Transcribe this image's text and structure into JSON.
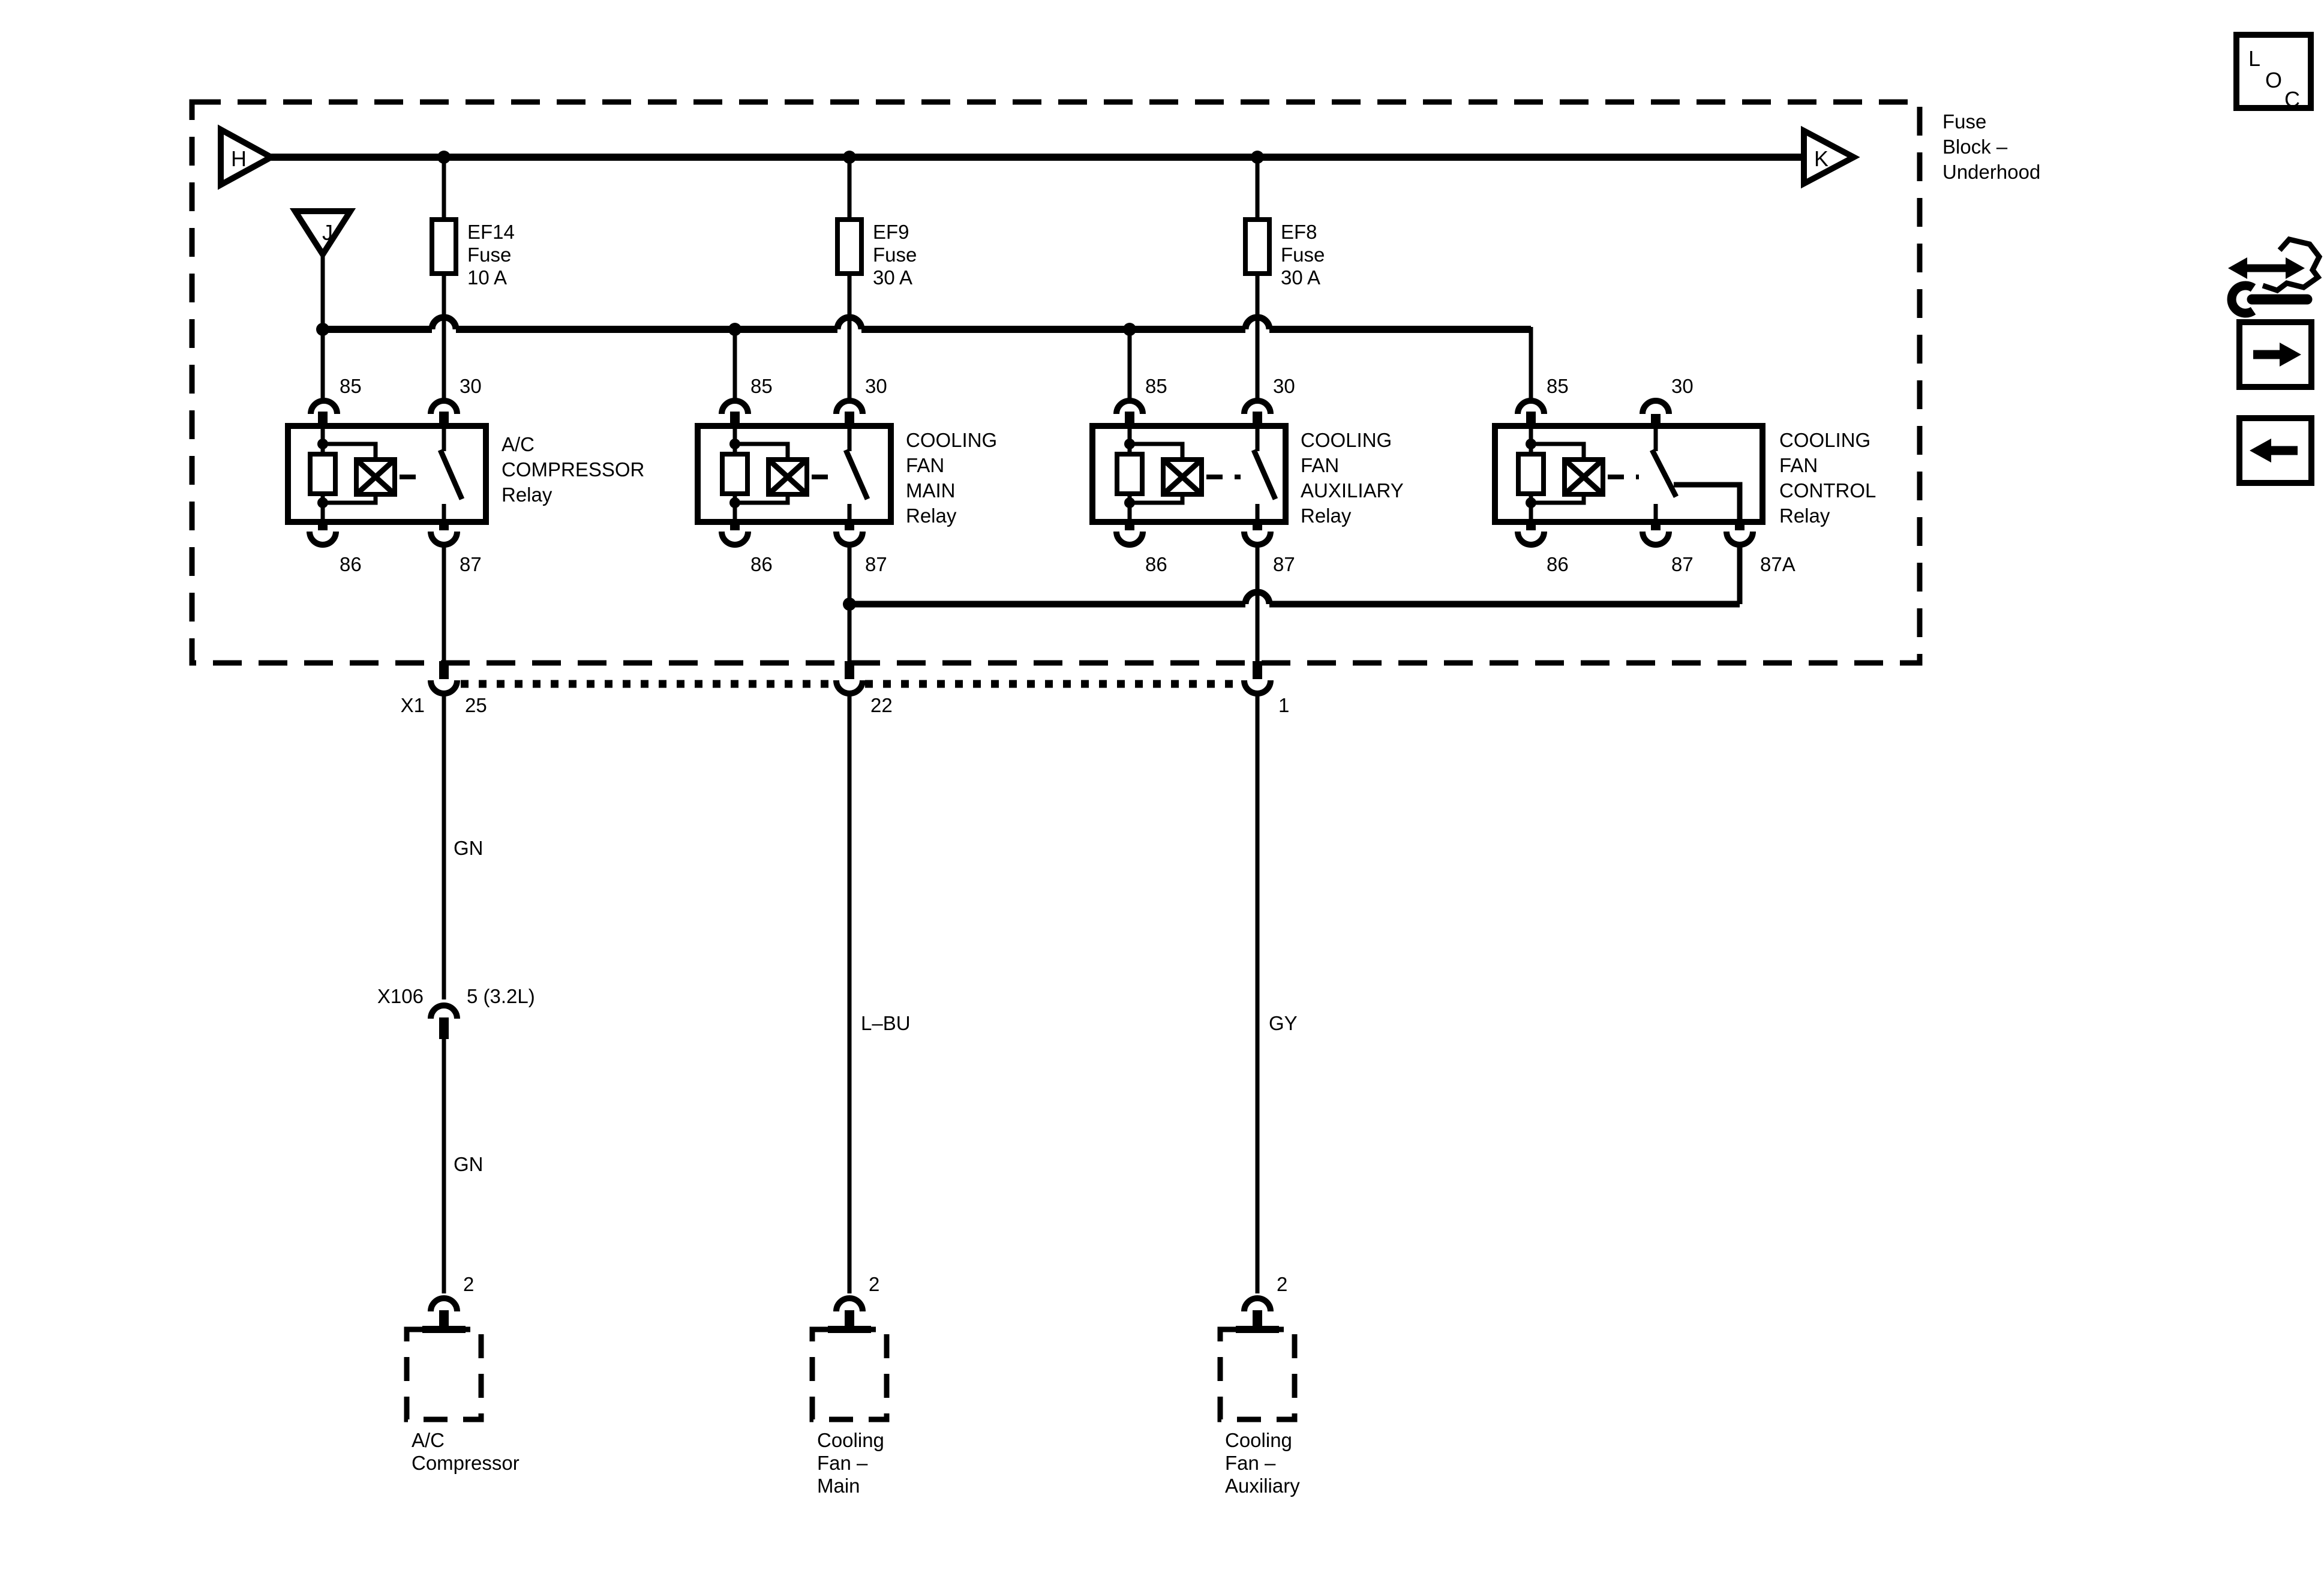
{
  "fuse_block": {
    "label_lines": [
      "Fuse",
      "Block –",
      "Underhood"
    ]
  },
  "arrows": {
    "h": "H",
    "j": "J",
    "k": "K"
  },
  "fuses": [
    {
      "id": "EF14",
      "name": "Fuse",
      "rating": "10 A"
    },
    {
      "id": "EF9",
      "name": "Fuse",
      "rating": "30 A"
    },
    {
      "id": "EF8",
      "name": "Fuse",
      "rating": "30 A"
    }
  ],
  "relays": [
    {
      "name_lines": [
        "A/C",
        "COMPRESSOR",
        "Relay"
      ],
      "pin_85": "85",
      "pin_30": "30",
      "pin_86": "86",
      "pin_87": "87"
    },
    {
      "name_lines": [
        "COOLING",
        "FAN",
        "MAIN",
        "Relay"
      ],
      "pin_85": "85",
      "pin_30": "30",
      "pin_86": "86",
      "pin_87": "87"
    },
    {
      "name_lines": [
        "COOLING",
        "FAN",
        "AUXILIARY",
        "Relay"
      ],
      "pin_85": "85",
      "pin_30": "30",
      "pin_86": "86",
      "pin_87": "87"
    },
    {
      "name_lines": [
        "COOLING",
        "FAN",
        "CONTROL",
        "Relay"
      ],
      "pin_85": "85",
      "pin_30": "30",
      "pin_86": "86",
      "pin_87": "87",
      "pin_87a": "87A"
    }
  ],
  "x1": {
    "label": "X1",
    "pin_25": "25",
    "pin_22": "22",
    "pin_1": "1"
  },
  "x106": {
    "label": "X106",
    "pin": "5 (3.2L)"
  },
  "wire_labels": {
    "gn_upper": "GN",
    "gn_lower": "GN",
    "lbu": "L–BU",
    "gy": "GY"
  },
  "components": [
    {
      "pin": "2",
      "name_lines": [
        "A/C",
        "Compressor"
      ]
    },
    {
      "pin": "2",
      "name_lines": [
        "Cooling",
        "Fan –",
        "Main"
      ]
    },
    {
      "pin": "2",
      "name_lines": [
        "Cooling",
        "Fan –",
        "Auxiliary"
      ]
    }
  ],
  "loc_icon": {
    "l": "L",
    "o": "O",
    "c": "C"
  }
}
